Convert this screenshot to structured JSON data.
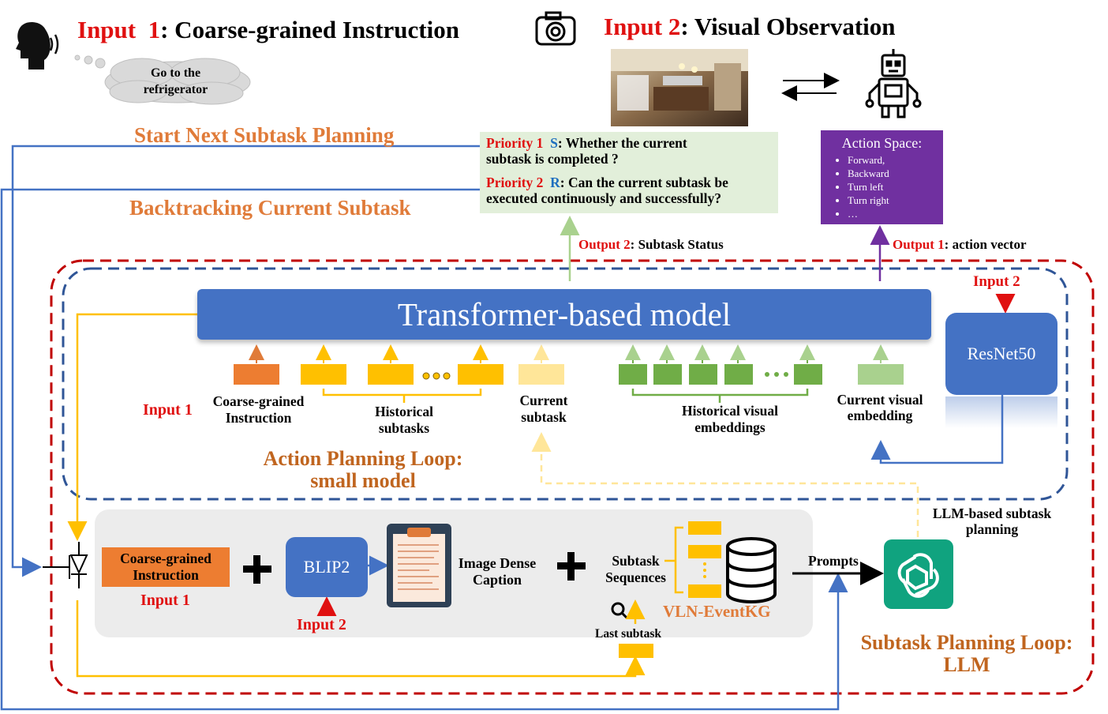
{
  "inputs": {
    "input1_word": "Input",
    "input1_num": "1",
    "input1_title": ": Coarse-grained Instruction",
    "speech": "Go to the refrigerator",
    "input2_word": "Input",
    "input2_num": "2",
    "input2_title": ": Visual Observation"
  },
  "flows": {
    "start_next": "Start Next Subtask Planning",
    "backtracking": "Backtracking Current Subtask"
  },
  "priority": {
    "p1_label": "Priority 1",
    "p1_letter": "S",
    "p1_text": ": Whether the current",
    "p1_text2": "subtask is completed ?",
    "p2_label": "Priority 2",
    "p2_letter": "R",
    "p2_text": ": Can the current subtask be",
    "p2_text2": "executed continuously and successfully?"
  },
  "action_space": {
    "title": "Action Space:",
    "items": [
      "Forward,",
      "Backward",
      "Turn left",
      "Turn right",
      "…"
    ]
  },
  "outputs": {
    "out2_label": "Output 2",
    "out2_text": ": Subtask Status",
    "out1_label": "Output 1",
    "out1_text": ": action vector"
  },
  "model": {
    "transformer": "Transformer-based model",
    "resnet": "ResNet50",
    "input2": "Input 2",
    "input1": "Input 1",
    "coarse": "Coarse-grained Instruction",
    "hist_sub": "Historical subtasks",
    "current_sub": "Current subtask",
    "hist_vis": "Historical visual embeddings",
    "current_vis": "Current visual embedding",
    "apl_line1": "Action Planning Loop:",
    "apl_line2": "small model"
  },
  "llm": {
    "coarse": "Coarse-grained Instruction",
    "input1": "Input 1",
    "blip2": "BLIP2",
    "input2": "Input 2",
    "caption": "Image Dense Caption",
    "subseq": "Subtask Sequences",
    "eventkg": "VLN-EventKG",
    "last": "Last subtask",
    "prompts": "Prompts",
    "llm_based": "LLM-based subtask planning",
    "spl_line1": "Subtask Planning Loop:",
    "spl_line2": "LLM"
  },
  "colors": {
    "red": "#e01010",
    "orange": "#e07b39",
    "blue_box": "#4472c4",
    "purple": "#7030a0",
    "green_box": "#e2efda",
    "yellow": "#ffc000",
    "green": "#70ad47",
    "gpt": "#10a37f"
  }
}
